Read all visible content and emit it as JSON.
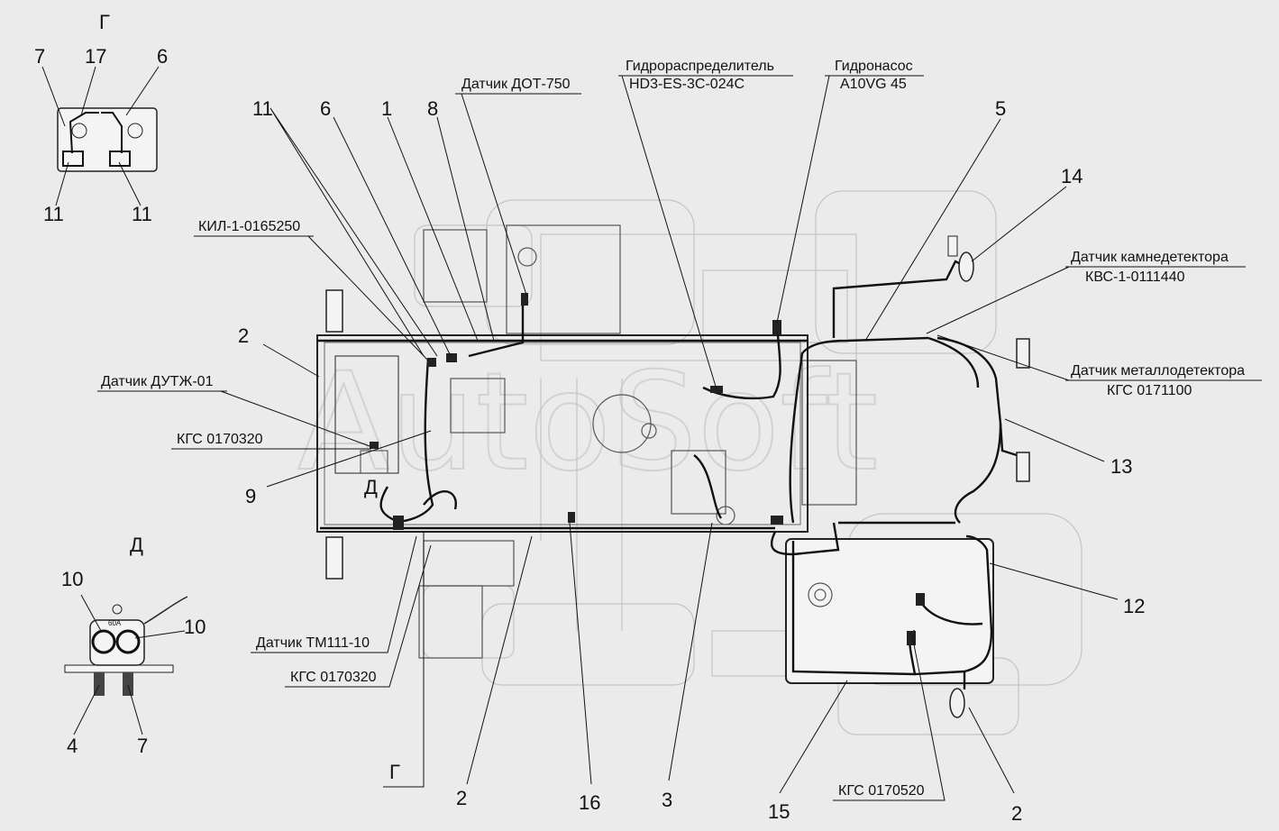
{
  "labels": {
    "view_g": "Г",
    "view_d": "Д",
    "callout_g": "Г",
    "marker_d": "Д",
    "n2_left": "2",
    "n11_top": "11",
    "n6": "6",
    "n1": "1",
    "n8": "8",
    "n5": "5",
    "n14": "14",
    "n13": "13",
    "n12": "12",
    "n9": "9",
    "n2_bottom": "2",
    "n16": "16",
    "n3": "3",
    "n15": "15",
    "n2_right": "2",
    "g_7": "7",
    "g_17": "17",
    "g_6": "6",
    "g_11a": "11",
    "g_11b": "11",
    "d_10a": "10",
    "d_10b": "10",
    "d_4": "4",
    "d_7": "7"
  },
  "annotations": {
    "dot750": "Датчик ДОТ-750",
    "hydro_dist": "Гидрораспределитель",
    "hydro_dist_code": "HD3-ES-3C-024C",
    "hydro_pump": "Гидронасос",
    "hydro_pump_code": "A10VG 45",
    "kil": "КИЛ-1-0165250",
    "dutzh": "Датчик ДУТЖ-01",
    "kgs_0170320_a": "КГС 0170320",
    "stone_det": "Датчик камнедетектора",
    "stone_det_code": "КВС-1-0111440",
    "metal_det": "Датчик металлодетектора",
    "metal_det_code": "КГС 0171100",
    "tm111": "Датчик ТМ111-10",
    "kgs_0170320_b": "КГС 0170320",
    "kgs_0170520": "КГС 0170520",
    "fuse_rating": "60A"
  },
  "watermark": "AutoSoft"
}
